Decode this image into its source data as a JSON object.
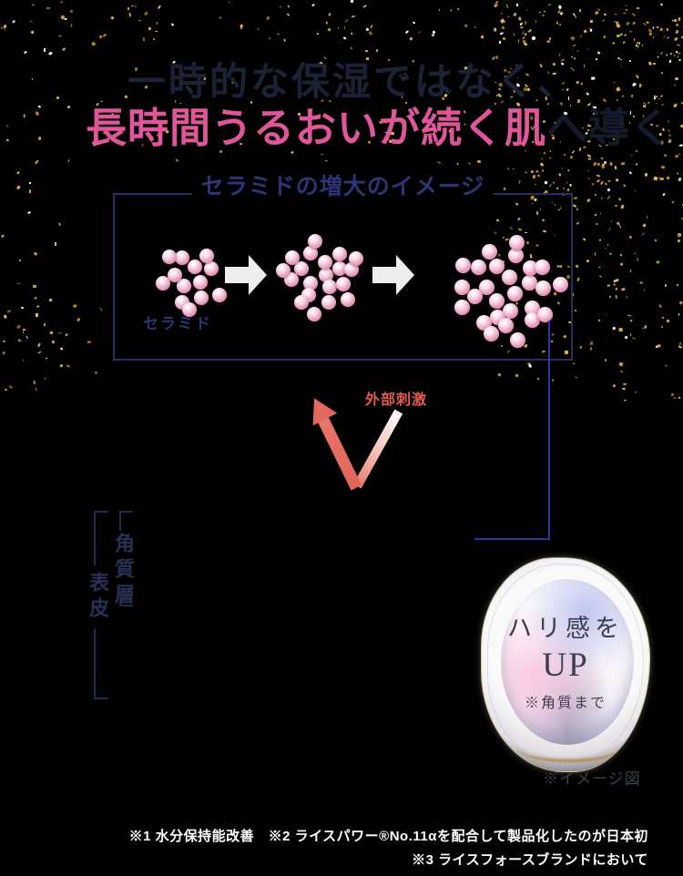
{
  "headline": {
    "line1": "一時的な保湿ではなく、",
    "line2_highlight": "長時間うるおいが続く肌",
    "line2_suffix": "へ導く"
  },
  "diagram": {
    "title": "セラミドの増大のイメージ",
    "ceramide_label": "セラミド",
    "clusters": [
      {
        "name": "cluster-small",
        "count": 13
      },
      {
        "name": "cluster-medium",
        "count": 20
      },
      {
        "name": "cluster-large",
        "count": 27
      }
    ]
  },
  "stimulus": {
    "label": "外部刺激"
  },
  "skin_layers": {
    "stratum_corneum": "角質層",
    "epidermis": "表皮"
  },
  "result_bubble": {
    "line1": "ハリ感を",
    "line2": "UP",
    "note": "※角質まで"
  },
  "image_note": "※イメージ図",
  "footnotes": {
    "line1": "※1 水分保持能改善　※2 ライスパワー®No.11αを配合して製品化したのが日本初",
    "line2": "※3 ライスフォースブランドにおいて"
  },
  "colors": {
    "background": "#000000",
    "headline_pink": "#df569a",
    "headline_dark_navy": "#1c2236",
    "diagram_navy": "#2c3577",
    "stimulus_red": "#e25a51",
    "glitter_gold": "#c6973a",
    "pearl_pink": "#f0a8c6",
    "footnote_white": "#ffffff"
  }
}
